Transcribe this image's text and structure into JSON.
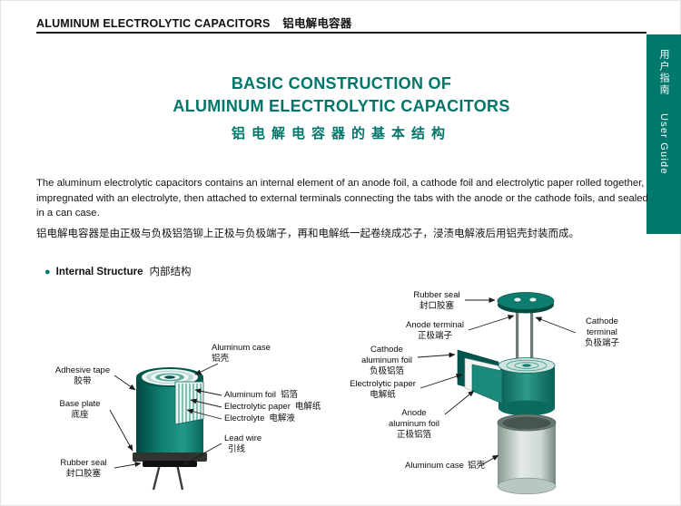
{
  "colors": {
    "accent_teal": "#00796d",
    "title_teal": "#00766a",
    "diagram_dark_teal": "#00564c",
    "can_gray": "#c9d4d0"
  },
  "header": {
    "title_en": "ALUMINUM ELECTROLYTIC CAPACITORS",
    "title_zh": "铝电解电容器"
  },
  "side_tab": {
    "label_zh": "用户指南",
    "label_en": "User Guide"
  },
  "title": {
    "line1_en": "BASIC CONSTRUCTION OF",
    "line2_en": "ALUMINUM ELECTROLYTIC CAPACITORS",
    "line_zh": "铝电解电容器的基本结构"
  },
  "intro": {
    "en": "The aluminum electrolytic capacitors contains an internal element of an anode foil, a cathode foil and electrolytic paper rolled together, impregnated with an electrolyte, then attached to external terminals connecting the tabs with the anode or the cathode foils, and sealed in a can case.",
    "zh": "铝电解电容器是由正极与负极铝箔铆上正极与负极端子，再和电解纸一起卷绕成芯子，浸渍电解液后用铝壳封装而成。"
  },
  "section": {
    "bullet": "●",
    "title_en": "Internal Structure",
    "title_zh": "内部结构"
  },
  "cutaway": {
    "aluminum_case_en": "Aluminum case",
    "aluminum_case_zh": "铝壳",
    "adhesive_tape_en": "Adhesive tape",
    "adhesive_tape_zh": "胶带",
    "base_plate_en": "Base plate",
    "base_plate_zh": "底座",
    "aluminum_foil_en": "Aluminum foil",
    "aluminum_foil_zh": "铝箔",
    "electrolytic_paper_en": "Electrolytic paper",
    "electrolytic_paper_zh": "电解纸",
    "electrolyte_en": "Electrolyte",
    "electrolyte_zh": "电解液",
    "lead_wire_en": "Lead wire",
    "lead_wire_zh": "引线",
    "rubber_seal_en": "Rubber seal",
    "rubber_seal_zh": "封口胶塞"
  },
  "exploded": {
    "rubber_seal_en": "Rubber seal",
    "rubber_seal_zh": "封口胶塞",
    "anode_terminal_en": "Anode terminal",
    "anode_terminal_zh": "正极端子",
    "cathode_terminal_en": "Cathode terminal",
    "cathode_terminal_zh": "负极端子",
    "cathode_foil_en": "Cathode aluminum foil",
    "cathode_foil_zh": "负极铝箔",
    "electrolytic_paper_en": "Electrolytic paper",
    "electrolytic_paper_zh": "电解纸",
    "anode_foil_en": "Anode aluminum foil",
    "anode_foil_zh": "正极铝箔",
    "aluminum_case_en": "Aluminum case",
    "aluminum_case_zh": "铝壳"
  }
}
